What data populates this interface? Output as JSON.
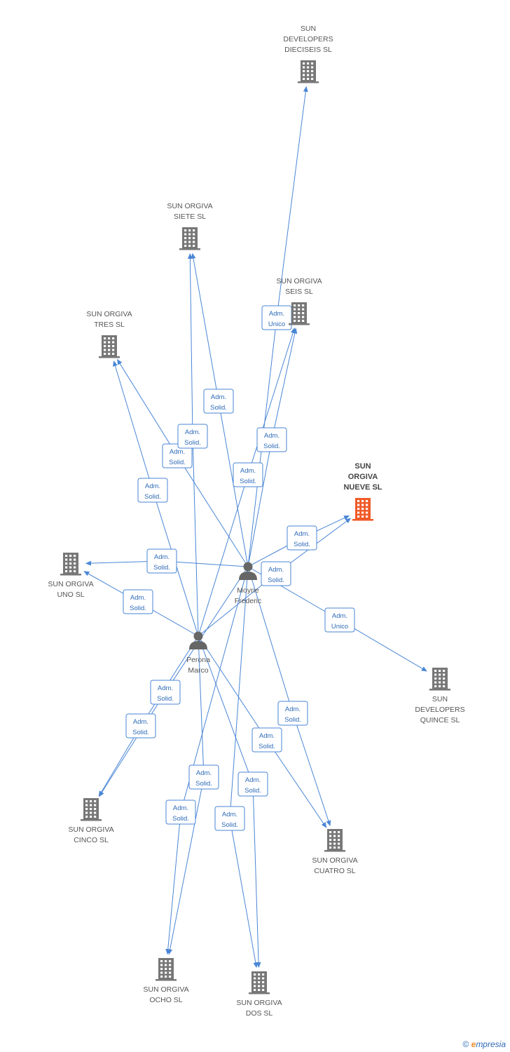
{
  "colors": {
    "edge": "#4a86d6",
    "company": "#777777",
    "company_highlight": "#f05a28",
    "person": "#666666"
  },
  "nodes": [
    {
      "id": "dieciseis",
      "type": "company",
      "lines": [
        "SUN",
        "DEVELOPERS",
        "DIECISEIS SL"
      ],
      "icon": "building-icon"
    },
    {
      "id": "siete",
      "type": "company",
      "lines": [
        "SUN ORGIVA",
        "SIETE SL"
      ],
      "icon": "building-icon"
    },
    {
      "id": "seis",
      "type": "company",
      "lines": [
        "SUN ORGIVA",
        "SEIS SL"
      ],
      "icon": "building-icon"
    },
    {
      "id": "tres",
      "type": "company",
      "lines": [
        "SUN ORGIVA",
        "TRES SL"
      ],
      "icon": "building-icon"
    },
    {
      "id": "nueve",
      "type": "company",
      "highlight": true,
      "lines": [
        "SUN",
        "ORGIVA",
        "NUEVE SL"
      ],
      "icon": "building-icon"
    },
    {
      "id": "uno",
      "type": "company",
      "lines": [
        "SUN ORGIVA",
        "UNO SL"
      ],
      "icon": "building-icon"
    },
    {
      "id": "quince",
      "type": "company",
      "lines": [
        "SUN",
        "DEVELOPERS",
        "QUINCE SL"
      ],
      "icon": "building-icon"
    },
    {
      "id": "cinco",
      "type": "company",
      "lines": [
        "SUN ORGIVA",
        "CINCO SL"
      ],
      "icon": "building-icon"
    },
    {
      "id": "cuatro",
      "type": "company",
      "lines": [
        "SUN ORGIVA",
        "CUATRO SL"
      ],
      "icon": "building-icon"
    },
    {
      "id": "ocho",
      "type": "company",
      "lines": [
        "SUN ORGIVA",
        "OCHO SL"
      ],
      "icon": "building-icon"
    },
    {
      "id": "dos",
      "type": "company",
      "lines": [
        "SUN ORGIVA",
        "DOS SL"
      ],
      "icon": "building-icon"
    },
    {
      "id": "moyne",
      "type": "person",
      "lines": [
        "Moyne",
        "Frederic"
      ],
      "icon": "person-icon"
    },
    {
      "id": "perona",
      "type": "person",
      "lines": [
        "Perona",
        "Marco"
      ],
      "icon": "person-icon"
    }
  ],
  "edges": [
    {
      "from": "moyne",
      "to": "dieciseis",
      "role": [
        "Adm.",
        "Unico"
      ]
    },
    {
      "from": "moyne",
      "to": "siete",
      "role": [
        "Adm.",
        "Solid."
      ]
    },
    {
      "from": "moyne",
      "to": "seis",
      "role": [
        "Adm.",
        "Solid."
      ]
    },
    {
      "from": "moyne",
      "to": "tres",
      "role": [
        "Adm.",
        "Solid."
      ]
    },
    {
      "from": "moyne",
      "to": "nueve",
      "role": [
        "Adm.",
        "Solid."
      ]
    },
    {
      "from": "moyne",
      "to": "uno",
      "role": [
        "Adm.",
        "Solid."
      ]
    },
    {
      "from": "moyne",
      "to": "quince",
      "role": [
        "Adm.",
        "Unico"
      ]
    },
    {
      "from": "moyne",
      "to": "cinco",
      "role": [
        "Adm.",
        "Solid."
      ]
    },
    {
      "from": "moyne",
      "to": "cuatro",
      "role": [
        "Adm.",
        "Solid."
      ]
    },
    {
      "from": "moyne",
      "to": "ocho",
      "role": [
        "Adm.",
        "Solid."
      ]
    },
    {
      "from": "moyne",
      "to": "dos",
      "role": [
        "Adm.",
        "Solid."
      ]
    },
    {
      "from": "perona",
      "to": "siete",
      "role": [
        "Adm.",
        "Solid."
      ]
    },
    {
      "from": "perona",
      "to": "seis",
      "role": [
        "Adm.",
        "Solid."
      ]
    },
    {
      "from": "perona",
      "to": "tres",
      "role": [
        "Adm.",
        "Solid."
      ]
    },
    {
      "from": "perona",
      "to": "nueve",
      "role": [
        "Adm.",
        "Solid."
      ]
    },
    {
      "from": "perona",
      "to": "uno",
      "role": [
        "Adm.",
        "Solid."
      ]
    },
    {
      "from": "perona",
      "to": "cinco",
      "role": [
        "Adm.",
        "Solid."
      ]
    },
    {
      "from": "perona",
      "to": "cuatro",
      "role": [
        "Adm.",
        "Solid."
      ]
    },
    {
      "from": "perona",
      "to": "ocho",
      "role": [
        "Adm.",
        "Solid."
      ]
    },
    {
      "from": "perona",
      "to": "dos",
      "role": [
        "Adm.",
        "Solid."
      ]
    }
  ],
  "footer": {
    "copyright": "©",
    "brand_initial": "e",
    "brand_rest": "mpresia"
  }
}
